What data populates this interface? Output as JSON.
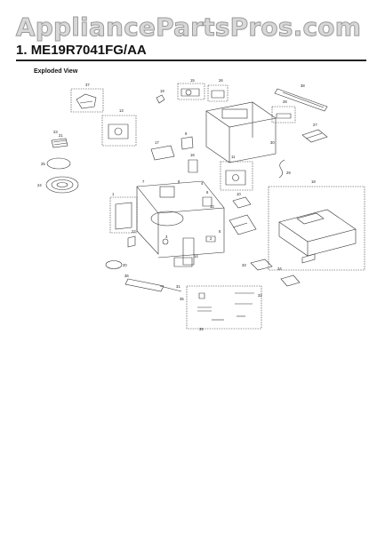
{
  "watermark": "AppliancePartsPros.com",
  "heading": {
    "number": "1.",
    "model": "ME19R7041FG/AA"
  },
  "subheading": "Exploded View",
  "callouts": [
    "1",
    "2",
    "3",
    "4",
    "5",
    "6",
    "7",
    "8",
    "9",
    "10",
    "11",
    "12",
    "13",
    "14",
    "15",
    "16",
    "17",
    "18",
    "19",
    "20",
    "21",
    "22",
    "23",
    "24",
    "25",
    "26",
    "27",
    "28",
    "29",
    "30",
    "31",
    "32",
    "33",
    "34",
    "35",
    "36",
    "37",
    "38",
    "39"
  ]
}
